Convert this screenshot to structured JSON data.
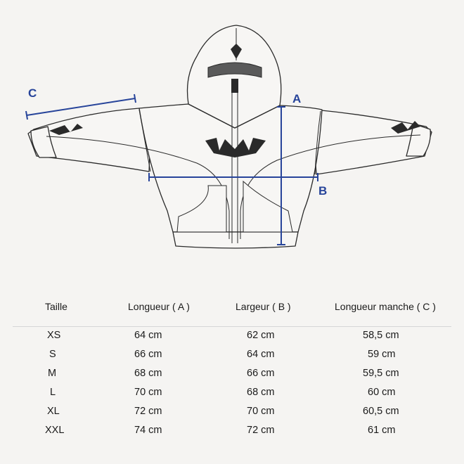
{
  "diagram": {
    "labels": {
      "a": "A",
      "b": "B",
      "c": "C"
    },
    "colors": {
      "dimension_line": "#27449a",
      "outline": "#2a2a2a",
      "garment_fill": "#f7f6f4",
      "hood_lining": "#5a5a5a"
    }
  },
  "table": {
    "headers": {
      "size": "Taille",
      "length": "Longueur ( A )",
      "width": "Largeur ( B )",
      "sleeve": "Longueur manche ( C )"
    },
    "rows": [
      {
        "size": "XS",
        "length": "64 cm",
        "width": "62 cm",
        "sleeve": "58,5 cm"
      },
      {
        "size": "S",
        "length": "66 cm",
        "width": "64 cm",
        "sleeve": "59 cm"
      },
      {
        "size": "M",
        "length": "68 cm",
        "width": "66 cm",
        "sleeve": "59,5 cm"
      },
      {
        "size": "L",
        "length": "70 cm",
        "width": "68 cm",
        "sleeve": "60 cm"
      },
      {
        "size": "XL",
        "length": "72 cm",
        "width": "70 cm",
        "sleeve": "60,5 cm"
      },
      {
        "size": "XXL",
        "length": "74 cm",
        "width": "72 cm",
        "sleeve": "61 cm"
      }
    ]
  }
}
